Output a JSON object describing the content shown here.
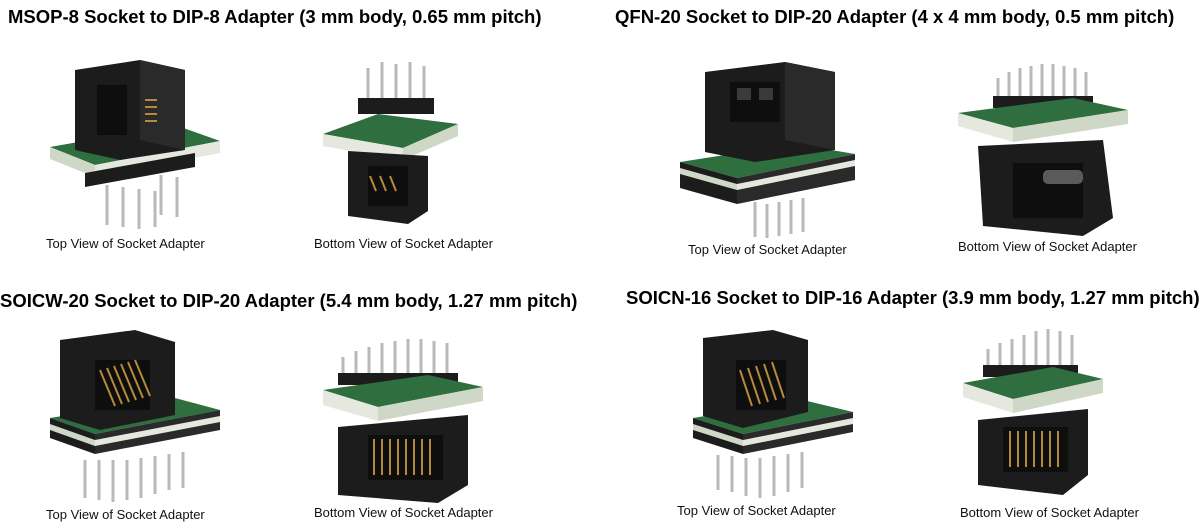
{
  "panels": [
    {
      "title": "MSOP-8 Socket to DIP-8 Adapter (3 mm body, 0.65 mm pitch)",
      "top_caption": "Top View of Socket Adapter",
      "bottom_caption": "Bottom View of Socket Adapter"
    },
    {
      "title": "QFN-20 Socket to DIP-20 Adapter (4 x 4 mm body, 0.5 mm pitch)",
      "top_caption": "Top View of Socket Adapter",
      "bottom_caption": "Bottom View of Socket Adapter"
    },
    {
      "title": "SOICW-20 Socket to DIP-20 Adapter (5.4 mm body, 1.27 mm pitch)",
      "top_caption": "Top View of Socket Adapter",
      "bottom_caption": "Bottom View of Socket Adapter"
    },
    {
      "title": "SOICN-16 Socket to DIP-16 Adapter (3.9 mm body, 1.27 mm pitch)",
      "top_caption": "Top View of Socket Adapter",
      "bottom_caption": "Bottom View of Socket Adapter"
    }
  ],
  "colors": {
    "pcb_green": "#2f6e3e",
    "pcb_edge": "#cfd8c6",
    "socket_black": "#1c1c1c",
    "pin_gold": "#b58a3a",
    "pin_silver": "#b9b9b9"
  }
}
